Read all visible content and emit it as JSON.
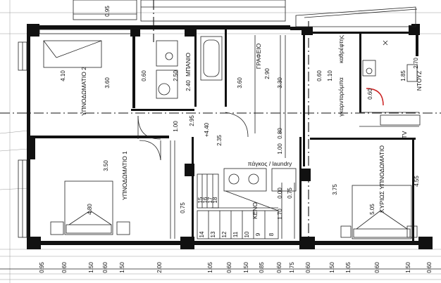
{
  "plan": {
    "rooms": [
      {
        "id": "bedroom2",
        "name": "ΥΠΝΟΔΩΜΑΤΙΟ 2",
        "area": "4.10",
        "width": "3.60"
      },
      {
        "id": "bath",
        "name": "ΜΠΑΝΙΟ",
        "dim_a": "0.60",
        "dim_b": "2.50",
        "dim_c": "2.40"
      },
      {
        "id": "office",
        "name": "ΓΡΑΦΕΙΟ",
        "dim_a": "3.60",
        "dim_b": "2.90",
        "dim_c": "3.30"
      },
      {
        "id": "wardrobe",
        "name": "γκαρνταρόμπα",
        "dim_a": "0.60",
        "dim_b": "1.10"
      },
      {
        "id": "shower",
        "name": "ΝΤΟΥΖ",
        "dim_a": "0.60",
        "dim_b": "1.85",
        "dim_c": "2.70",
        "mirror": "καθρέφτης"
      },
      {
        "id": "bedroom1",
        "name": "ΥΠΝΟΔΩΜΑΤΙΟ 1",
        "area": "4.80",
        "width": "3.50"
      },
      {
        "id": "master",
        "name": "ΚΥΡΙΩΣ ΥΠΝΟΔΩΜΑΤΙΟ",
        "area": "5.05",
        "dim_a": "3.75",
        "dim_b": "4.55",
        "tv": "TV"
      },
      {
        "id": "kitchen",
        "name": "πάγκος / laundry",
        "void": "ΚΕΝΟ"
      }
    ],
    "misc_dims": {
      "top": "0.95",
      "hall_a": "1.00",
      "hall_b": "2.95",
      "hall_c": "+4.40",
      "hall_d": "2.35",
      "hall_e": "1.00",
      "hall_f": "0.80",
      "b1_dim": "0.75",
      "cl_a": "1.70",
      "cl_b": "0.75",
      "cl_c": "0.00"
    },
    "stairs_upper": [
      "15",
      "16",
      "17",
      "18"
    ],
    "stairs_lower": [
      "14",
      "13",
      "12",
      "11",
      "10",
      "9",
      "8"
    ],
    "bottom_dims": [
      "0.95",
      "0.60",
      "1.50",
      "0.60",
      "1.50",
      "2.00",
      "1.05",
      "0.60",
      "1.50",
      "0.85",
      "0.60",
      "1.75",
      "0.60",
      "1.50",
      "1.05",
      "0.60",
      "1.50",
      "0.60"
    ]
  }
}
